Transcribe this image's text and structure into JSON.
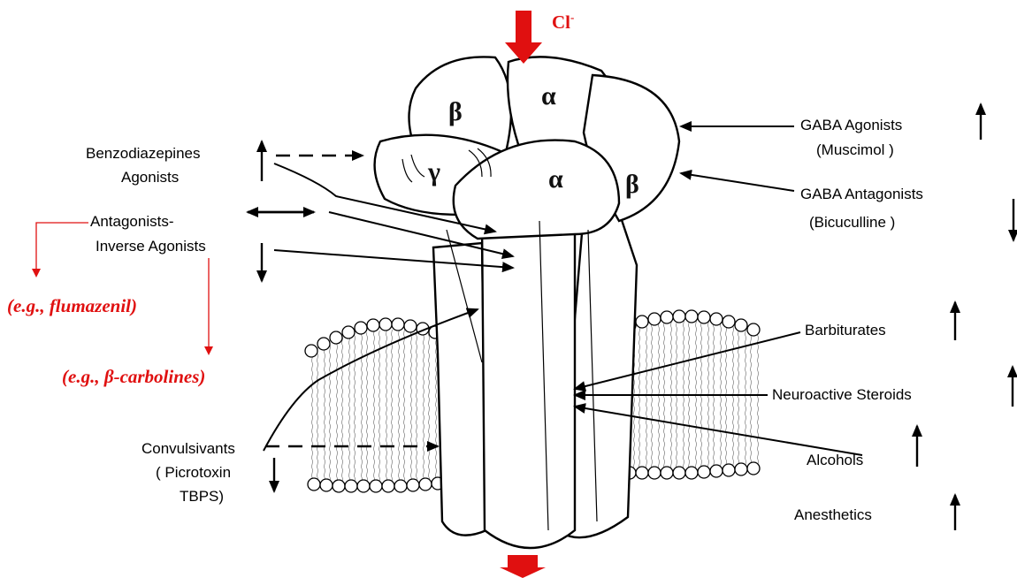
{
  "ion": {
    "label": "Cl",
    "charge": "-"
  },
  "subunits": [
    "β",
    "α",
    "γ",
    "α",
    "β"
  ],
  "left_labels": {
    "benzodiazepines": [
      "Benzodiazepines",
      "Agonists"
    ],
    "antagonists": [
      "Antagonists-",
      "Inverse Agonists"
    ],
    "convulsivants": [
      "Convulsivants",
      "( Picrotoxin",
      "TBPS)"
    ]
  },
  "examples": {
    "flumazenil": "(e.g., flumazenil)",
    "carbolines": "(e.g., β-carbolines)"
  },
  "right_labels": {
    "gaba_agonists": [
      "GABA Agonists",
      "(Muscimol )"
    ],
    "gaba_antagonists": [
      "GABA Antagonists",
      "(Bicuculline  )"
    ],
    "barbiturates": "Barbiturates",
    "neuroactive_steroids": "Neuroactive Steroids",
    "alcohols": "Alcohols",
    "anesthetics": "Anesthetics"
  },
  "colors": {
    "accent": "#e01010",
    "ink": "#000000"
  }
}
